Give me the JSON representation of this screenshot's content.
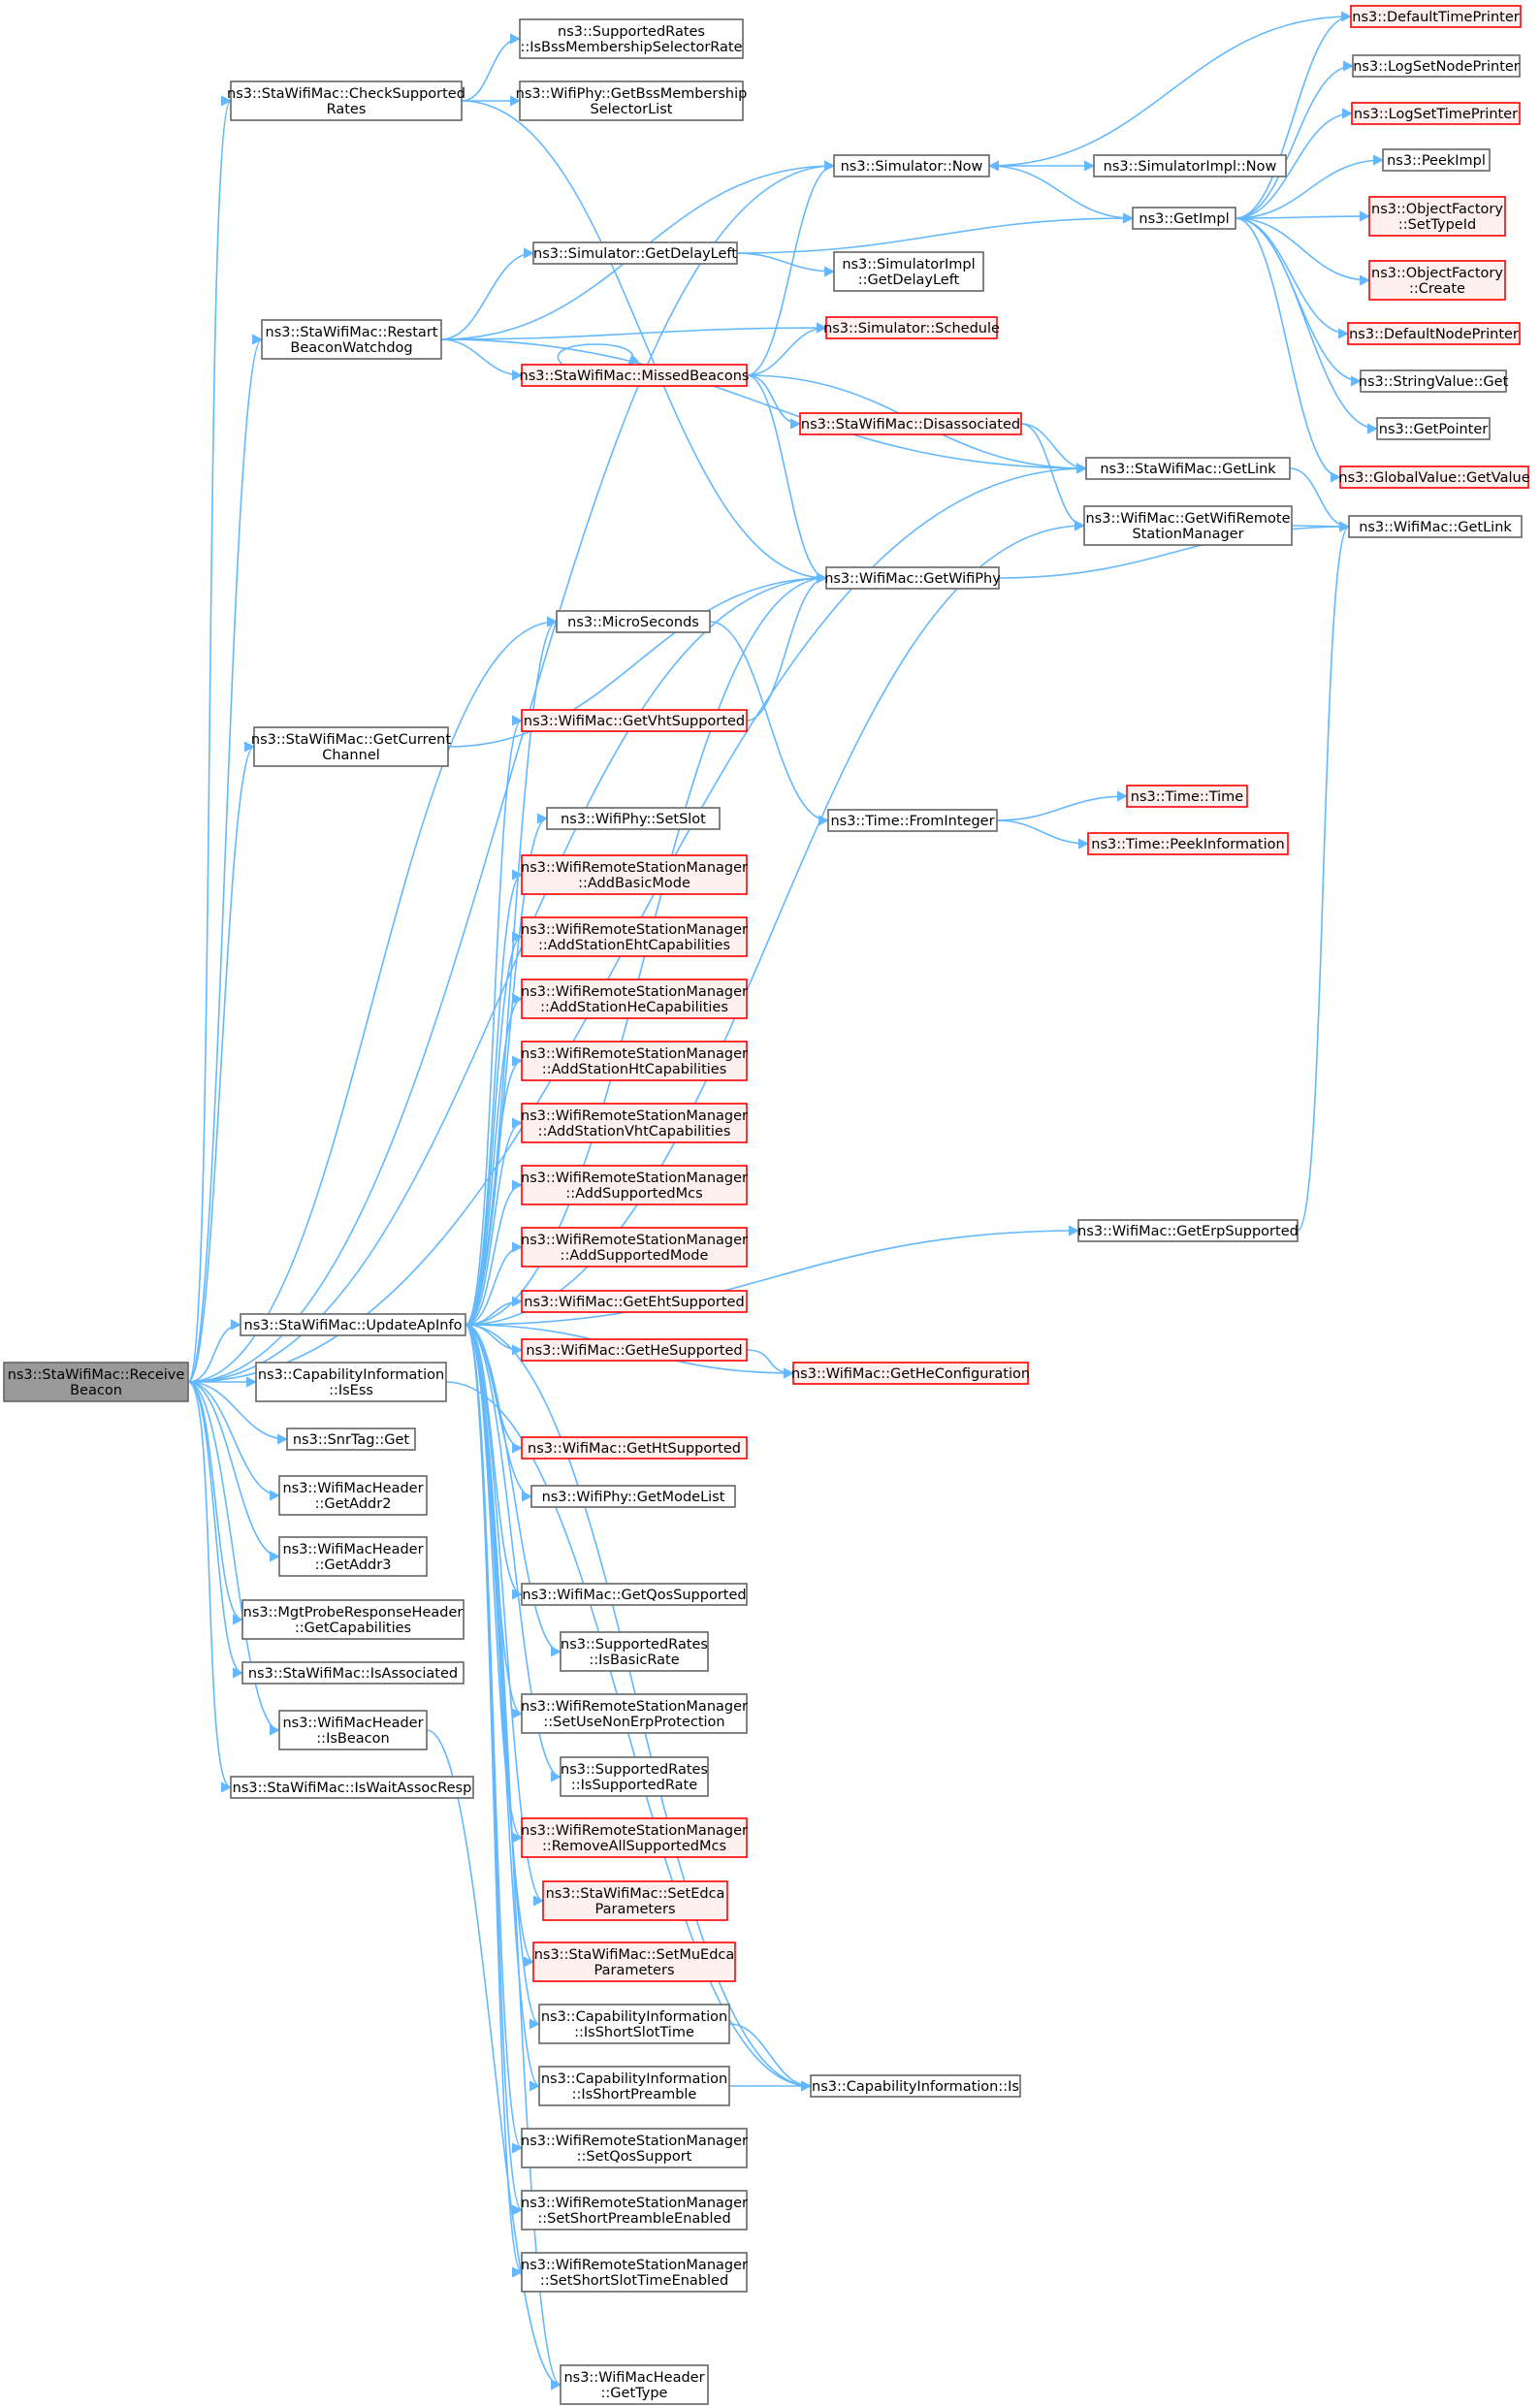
{
  "colors": {
    "edge": "#63b8ff",
    "node_border": "#666666",
    "node_fill": "#ffffff",
    "truncated_border": "#ff0000",
    "truncated_fill": "#fff0f0",
    "root_fill": "#999999",
    "root_border": "#666666"
  },
  "nodes": {
    "receive_beacon": [
      "ns3::StaWifiMac::Receive",
      "Beacon"
    ],
    "check_supported_rates": [
      "ns3::StaWifiMac::CheckSupported",
      "Rates"
    ],
    "restart_beacon_watchdog": [
      "ns3::StaWifiMac::Restart",
      "BeaconWatchdog"
    ],
    "get_current_channel": [
      "ns3::StaWifiMac::GetCurrent",
      "Channel"
    ],
    "update_ap_info": [
      "ns3::StaWifiMac::UpdateApInfo"
    ],
    "capability_is_ess": [
      "ns3::CapabilityInformation",
      "::IsEss"
    ],
    "snrtag_get": [
      "ns3::SnrTag::Get"
    ],
    "get_addr2": [
      "ns3::WifiMacHeader",
      "::GetAddr2"
    ],
    "get_addr3": [
      "ns3::WifiMacHeader",
      "::GetAddr3"
    ],
    "mgt_get_capabilities": [
      "ns3::MgtProbeResponseHeader",
      "::GetCapabilities"
    ],
    "is_associated": [
      "ns3::StaWifiMac::IsAssociated"
    ],
    "is_beacon": [
      "ns3::WifiMacHeader",
      "::IsBeacon"
    ],
    "is_wait_assoc_resp": [
      "ns3::StaWifiMac::IsWaitAssocResp"
    ],
    "is_bss_membership_selector_rate": [
      "ns3::SupportedRates",
      "::IsBssMembershipSelectorRate"
    ],
    "get_bss_membership_selector_list": [
      "ns3::WifiPhy::GetBssMembership",
      "SelectorList"
    ],
    "simulator_now": [
      "ns3::Simulator::Now"
    ],
    "get_delay_left": [
      "ns3::Simulator::GetDelayLeft"
    ],
    "simulator_schedule": [
      "ns3::Simulator::Schedule"
    ],
    "missed_beacons": [
      "ns3::StaWifiMac::MissedBeacons"
    ],
    "disassociated": [
      "ns3::StaWifiMac::Disassociated"
    ],
    "get_wifi_phy": [
      "ns3::WifiMac::GetWifiPhy"
    ],
    "micro_seconds": [
      "ns3::MicroSeconds"
    ],
    "get_vht_supported": [
      "ns3::WifiMac::GetVhtSupported"
    ],
    "set_slot": [
      "ns3::WifiPhy::SetSlot"
    ],
    "add_basic_mode": [
      "ns3::WifiRemoteStationManager",
      "::AddBasicMode"
    ],
    "add_station_eht": [
      "ns3::WifiRemoteStationManager",
      "::AddStationEhtCapabilities"
    ],
    "add_station_he": [
      "ns3::WifiRemoteStationManager",
      "::AddStationHeCapabilities"
    ],
    "add_station_ht": [
      "ns3::WifiRemoteStationManager",
      "::AddStationHtCapabilities"
    ],
    "add_station_vht": [
      "ns3::WifiRemoteStationManager",
      "::AddStationVhtCapabilities"
    ],
    "add_supported_mcs": [
      "ns3::WifiRemoteStationManager",
      "::AddSupportedMcs"
    ],
    "add_supported_mode": [
      "ns3::WifiRemoteStationManager",
      "::AddSupportedMode"
    ],
    "get_eht_supported": [
      "ns3::WifiMac::GetEhtSupported"
    ],
    "get_he_supported": [
      "ns3::WifiMac::GetHeSupported"
    ],
    "get_ht_supported": [
      "ns3::WifiMac::GetHtSupported"
    ],
    "get_mode_list": [
      "ns3::WifiPhy::GetModeList"
    ],
    "get_qos_supported": [
      "ns3::WifiMac::GetQosSupported"
    ],
    "is_basic_rate": [
      "ns3::SupportedRates",
      "::IsBasicRate"
    ],
    "set_use_non_erp_protection": [
      "ns3::WifiRemoteStationManager",
      "::SetUseNonErpProtection"
    ],
    "is_supported_rate": [
      "ns3::SupportedRates",
      "::IsSupportedRate"
    ],
    "remove_all_supported_mcs": [
      "ns3::WifiRemoteStationManager",
      "::RemoveAllSupportedMcs"
    ],
    "set_edca_parameters": [
      "ns3::StaWifiMac::SetEdca",
      "Parameters"
    ],
    "set_mu_edca_parameters": [
      "ns3::StaWifiMac::SetMuEdca",
      "Parameters"
    ],
    "is_short_slot_time": [
      "ns3::CapabilityInformation",
      "::IsShortSlotTime"
    ],
    "is_short_preamble": [
      "ns3::CapabilityInformation",
      "::IsShortPreamble"
    ],
    "set_qos_support": [
      "ns3::WifiRemoteStationManager",
      "::SetQosSupport"
    ],
    "set_short_preamble_enabled": [
      "ns3::WifiRemoteStationManager",
      "::SetShortPreambleEnabled"
    ],
    "set_short_slot_time_enabled": [
      "ns3::WifiRemoteStationManager",
      "::SetShortSlotTimeEnabled"
    ],
    "get_type": [
      "ns3::WifiMacHeader",
      "::GetType"
    ],
    "simulator_impl_now": [
      "ns3::SimulatorImpl::Now"
    ],
    "simulator_impl_get_delay_left": [
      "ns3::SimulatorImpl",
      "::GetDelayLeft"
    ],
    "get_impl": [
      "ns3::GetImpl"
    ],
    "sta_get_link": [
      "ns3::StaWifiMac::GetLink"
    ],
    "get_wifi_remote_station_manager": [
      "ns3::WifiMac::GetWifiRemote",
      "StationManager"
    ],
    "time_from_integer": [
      "ns3::Time::FromInteger"
    ],
    "time_time": [
      "ns3::Time::Time"
    ],
    "time_peek_information": [
      "ns3::Time::PeekInformation"
    ],
    "get_erp_supported": [
      "ns3::WifiMac::GetErpSupported"
    ],
    "get_he_configuration": [
      "ns3::WifiMac::GetHeConfiguration"
    ],
    "capability_is": [
      "ns3::CapabilityInformation::Is"
    ],
    "default_time_printer": [
      "ns3::DefaultTimePrinter"
    ],
    "log_set_node_printer": [
      "ns3::LogSetNodePrinter"
    ],
    "log_set_time_printer": [
      "ns3::LogSetTimePrinter"
    ],
    "peek_impl": [
      "ns3::PeekImpl"
    ],
    "object_factory_set_type_id": [
      "ns3::ObjectFactory",
      "::SetTypeId"
    ],
    "object_factory_create": [
      "ns3::ObjectFactory",
      "::Create"
    ],
    "default_node_printer": [
      "ns3::DefaultNodePrinter"
    ],
    "string_value_get": [
      "ns3::StringValue::Get"
    ],
    "get_pointer": [
      "ns3::GetPointer"
    ],
    "global_value_get_value": [
      "ns3::GlobalValue::GetValue"
    ],
    "wifi_mac_get_link": [
      "ns3::WifiMac::GetLink"
    ]
  }
}
